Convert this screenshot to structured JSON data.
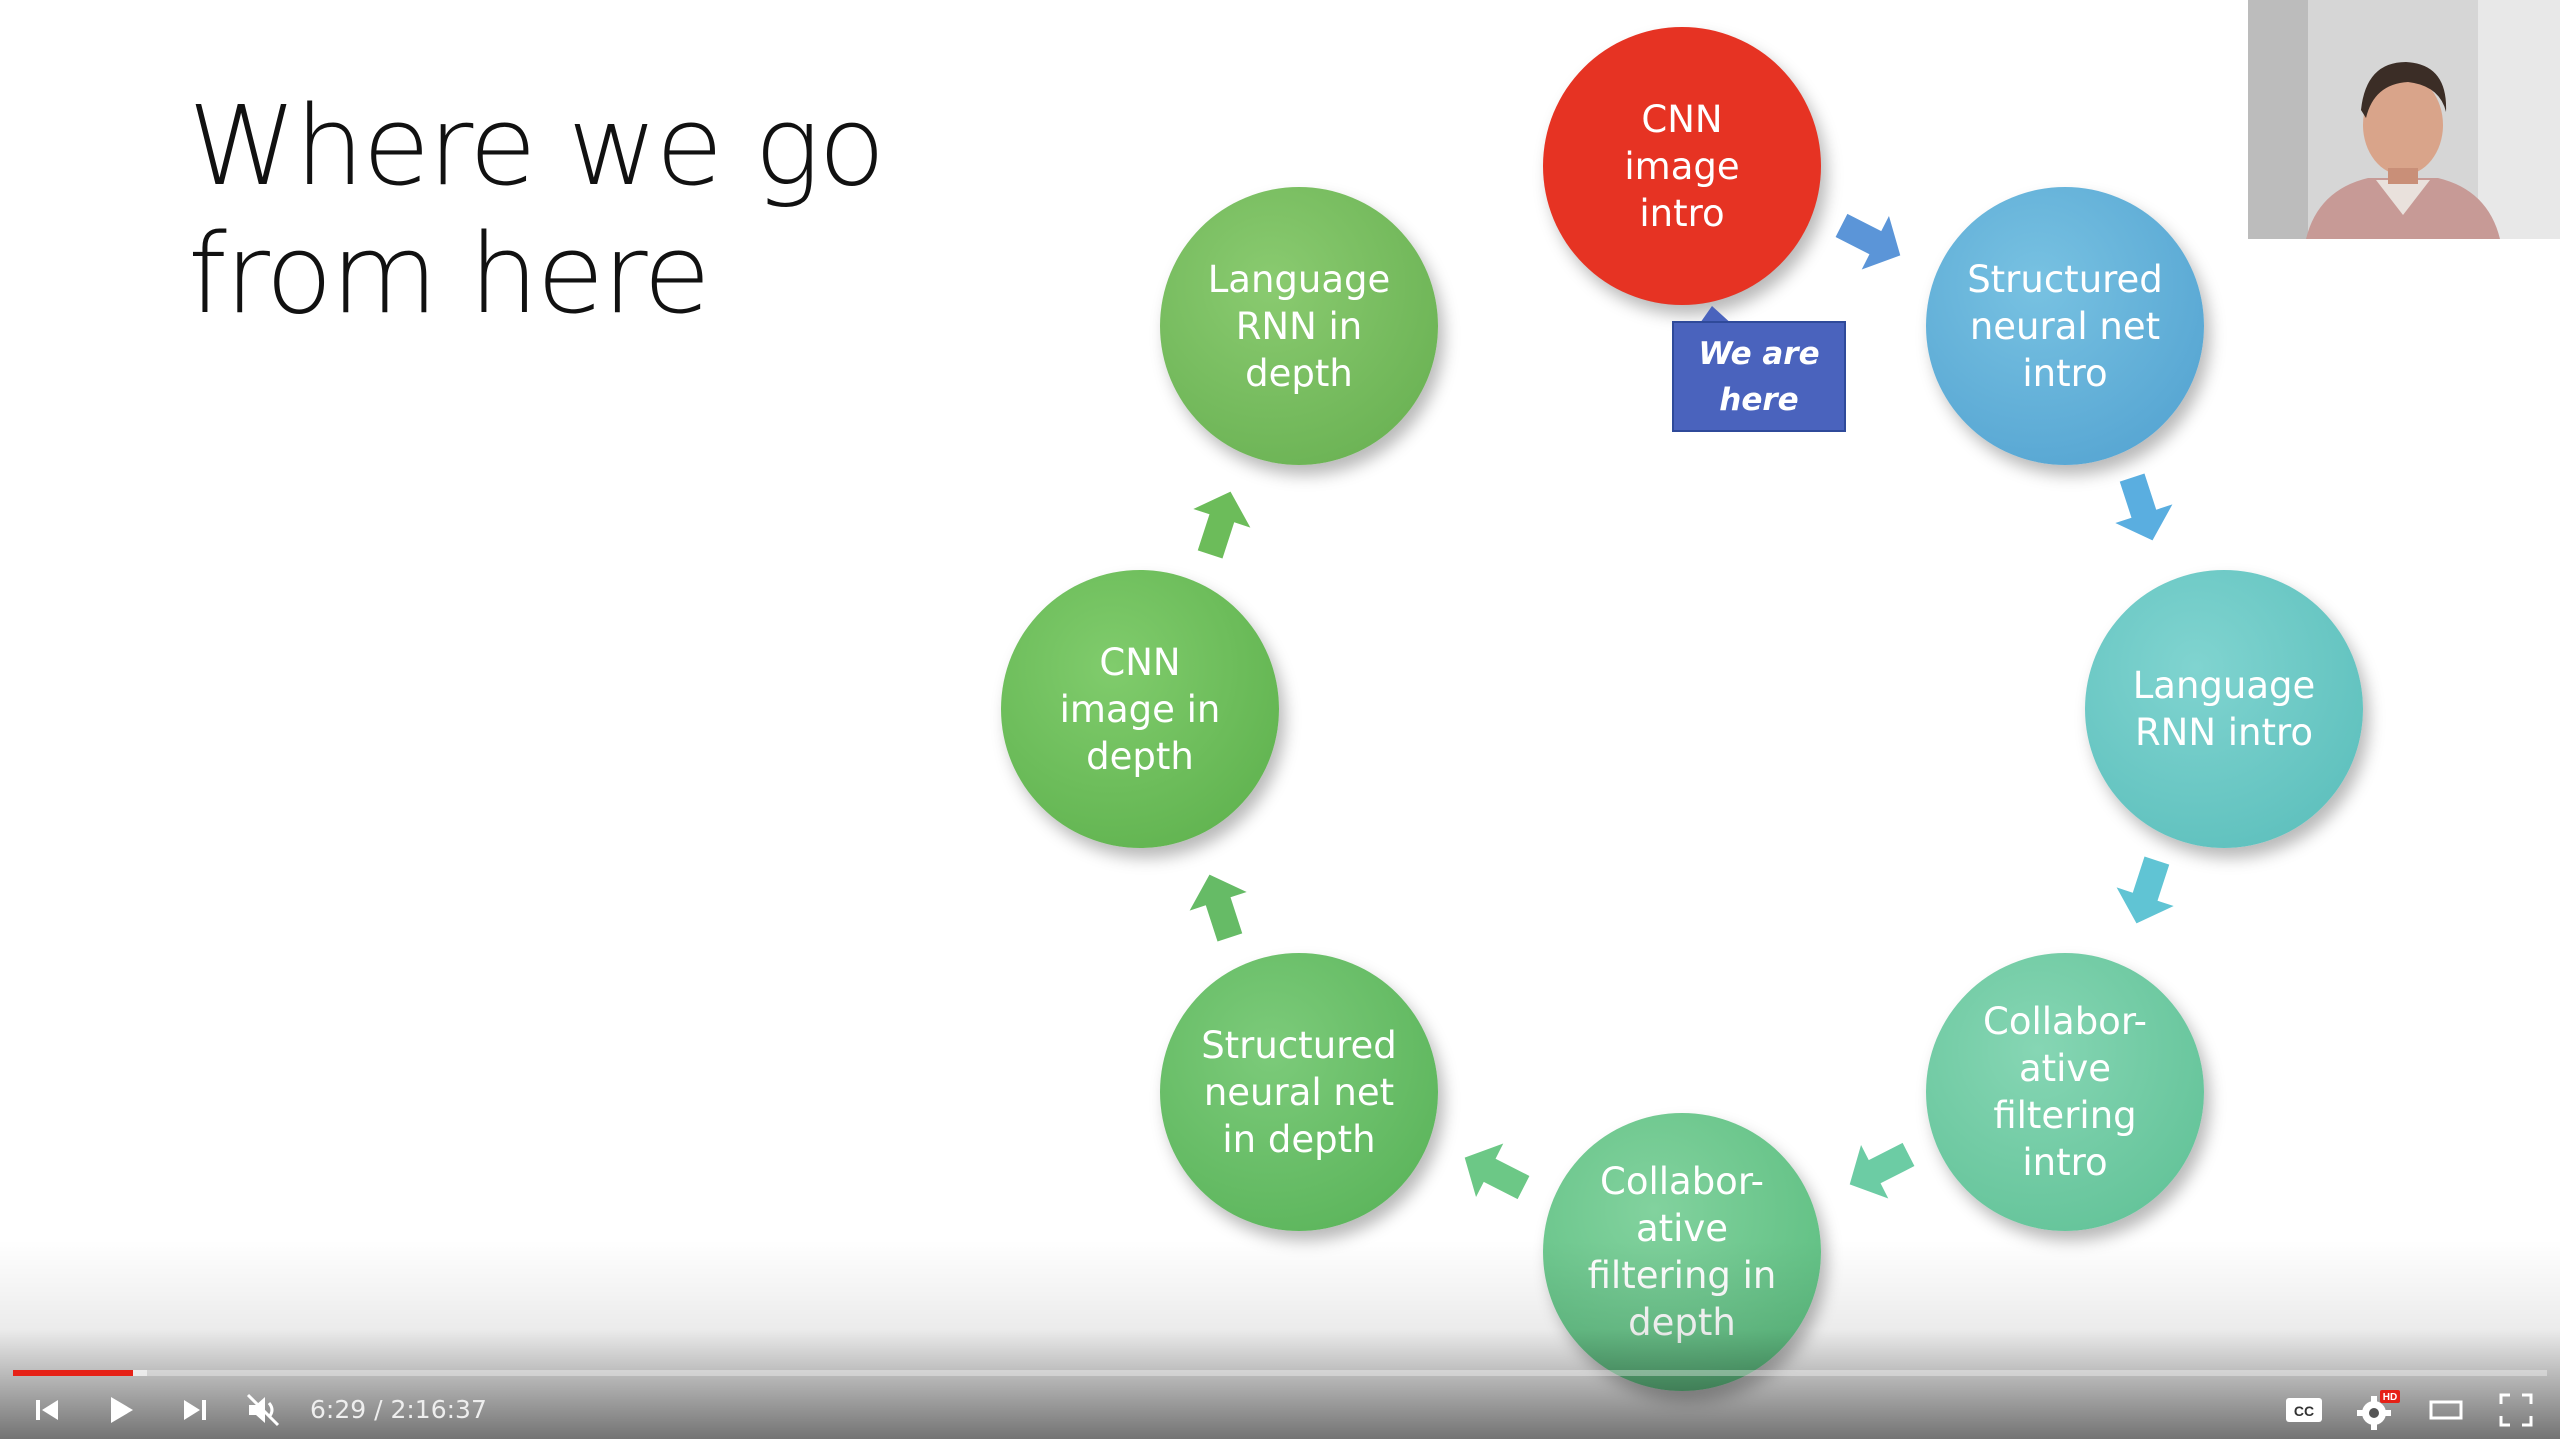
{
  "slide": {
    "title": "Where we go\nfrom here",
    "callout": "We are\nhere",
    "nodes": [
      {
        "label": "CNN\nimage\nintro",
        "color": "#e63323"
      },
      {
        "label": "Structured\nneural net\nintro",
        "color": "#5eaed6"
      },
      {
        "label": "Language\nRNN intro",
        "color": "#66c8c4"
      },
      {
        "label": "Collabor-\native\nfiltering\nintro",
        "color": "#6ccaa0"
      },
      {
        "label": "Collabor-\native\nfiltering in\ndepth",
        "color": "#66c68a"
      },
      {
        "label": "Structured\nneural net\nin depth",
        "color": "#62bb62"
      },
      {
        "label": "CNN\nimage in\ndepth",
        "color": "#66bb55"
      },
      {
        "label": "Language\nRNN in\ndepth",
        "color": "#72b858"
      }
    ]
  },
  "player": {
    "current_time": "6:29",
    "duration": "2:16:37",
    "time_separator": " / ",
    "progress_fraction": 0.0475,
    "loaded_fraction": 0.053,
    "settings_badge": "HD",
    "cc_label": "CC",
    "accent_color": "#e62117",
    "icons": [
      "previous-icon",
      "play-icon",
      "next-icon",
      "mute-icon",
      "captions-icon",
      "settings-icon",
      "theater-icon",
      "fullscreen-icon"
    ]
  }
}
